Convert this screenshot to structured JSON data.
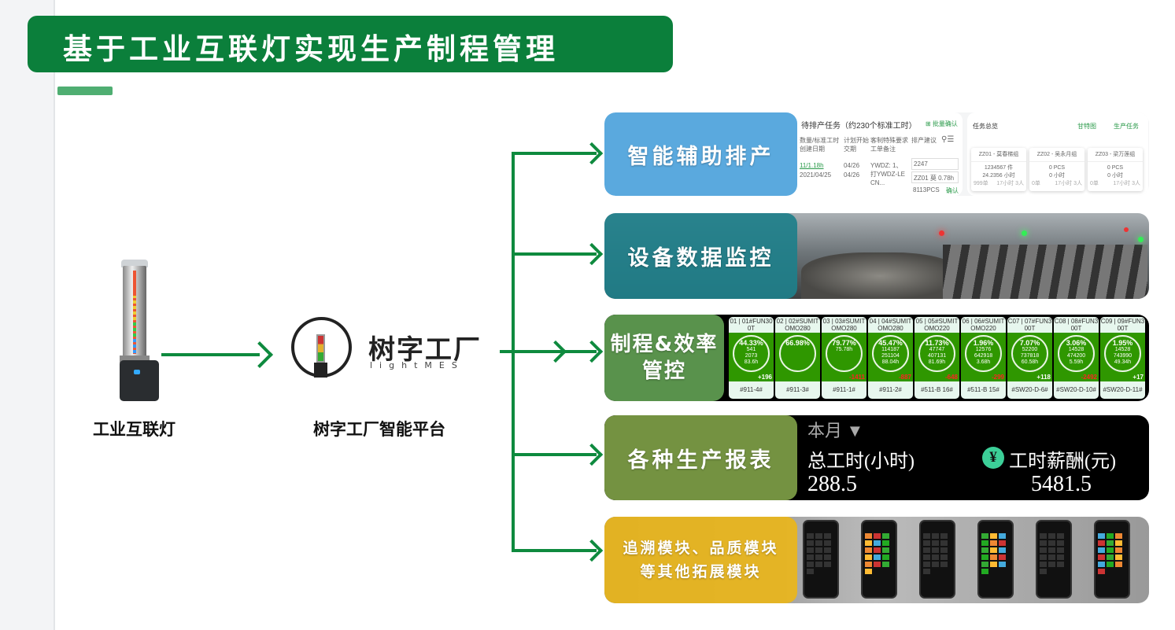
{
  "title": "基于工业互联灯实现生产制程管理",
  "device_label": "工业互联灯",
  "platform": {
    "logo_cn": "树字工厂",
    "logo_en": "lightMES",
    "label": "树字工厂智能平台"
  },
  "modules": [
    {
      "label": "智能辅助排产",
      "color": "#4ea2db"
    },
    {
      "label": "设备数据监控",
      "color": "#1f7f8a"
    },
    {
      "label": "制程&效率管控",
      "color": "#5e9a50"
    },
    {
      "label": "各种生产报表",
      "color": "#7a9a45"
    },
    {
      "label_line1": "追溯模块、品质模块",
      "label_line2": "等其他拓展模块",
      "color": "#e8b51f"
    }
  ],
  "schedule": {
    "pending_title": "待排产任务（约230个标准工时）",
    "batch_confirm": "批量确认",
    "col_qty": "数量/标准工时",
    "col_created": "创建日期",
    "col_plan": "计划开始",
    "col_due": "交期",
    "col_req": "客制特殊要求",
    "col_note": "工单备注",
    "col_suggest": "排产建议",
    "row": {
      "qty": "11/1.18h",
      "plan": "04/26",
      "created": "2021/04/25",
      "due": "04/26",
      "req": "YWDZ: 1、打YWDZ-LECN...",
      "suggest1": "2247",
      "suggest2": "ZZ01 莫 0.78h",
      "confirm": "确认",
      "next_suggest": "8113PCS"
    },
    "overview_title": "任务总览",
    "gantt": "甘特图",
    "tasks": "生产任务",
    "groups": [
      {
        "name": "ZZ01 - 莫春梯组",
        "pcs": "1234567 件",
        "hours": "24.2356 小时",
        "orders": "999单",
        "meta": "17小时 3人"
      },
      {
        "name": "ZZ02 - 吴永月组",
        "pcs": "0 PCS",
        "hours": "0 小时",
        "orders": "0单",
        "meta": "17小时 3人"
      },
      {
        "name": "ZZ03 - 梁万莲组",
        "pcs": "0 PCS",
        "hours": "0 小时",
        "orders": "0单",
        "meta": "17小时 3人"
      }
    ]
  },
  "machines": [
    {
      "head": "01 | 01#FUN300T",
      "pct": "44.33%",
      "a": "541",
      "b": "2073",
      "c": "83.6h",
      "delta": "+196",
      "foot": "#911-4#"
    },
    {
      "head": "02 | 02#SUMITOMO280",
      "pct": "66.98%",
      "a": "",
      "b": "",
      "c": "",
      "delta": "",
      "foot": "#911-3#"
    },
    {
      "head": "03 | 03#SUMITOMO280",
      "pct": "79.77%",
      "a": "",
      "b": "",
      "c": "75.78h",
      "delta": "-1411",
      "foot": "#911-1#"
    },
    {
      "head": "04 | 04#SUMITOMO280",
      "pct": "45.47%",
      "a": "114187",
      "b": "251104",
      "c": "88.04h",
      "delta": "-887",
      "foot": "#911-2#"
    },
    {
      "head": "05 | 05#SUMITOMO220",
      "pct": "11.73%",
      "a": "47747",
      "b": "407131",
      "c": "81.69h",
      "delta": "-648",
      "foot": "#511-B 16#"
    },
    {
      "head": "06 | 06#SUMITOMO220",
      "pct": "1.96%",
      "a": "12576",
      "b": "642918",
      "c": "3.68h",
      "delta": "-299",
      "foot": "#511-B 15#"
    },
    {
      "head": "C07 | 07#FUN300T",
      "pct": "7.07%",
      "a": "52200",
      "b": "737818",
      "c": "60.58h",
      "delta": "+118",
      "foot": "#SW20-D-6#"
    },
    {
      "head": "C08 | 08#FUN300T",
      "pct": "3.06%",
      "a": "14528",
      "b": "474200",
      "c": "5.59h",
      "delta": "-2492",
      "foot": "#SW20-D-10#"
    },
    {
      "head": "C09 | 09#FUN300T",
      "pct": "1.95%",
      "a": "14528",
      "b": "743990",
      "c": "49.34h",
      "delta": "+17",
      "foot": "#SW20-D-11#"
    }
  ],
  "report": {
    "period": "本月",
    "total_hours_label": "总工时(小时)",
    "total_hours": "288.5",
    "wage_label": "工时薪酬(元)",
    "wage": "5481.5",
    "wage_icon": "yen-icon"
  }
}
